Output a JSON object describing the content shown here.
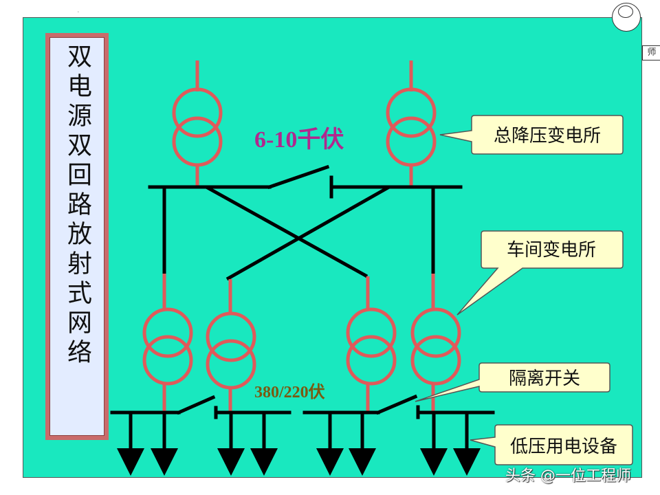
{
  "title": "双电源双回路放射式网络",
  "labels": {
    "high_voltage": "6-10千伏",
    "low_voltage": "380/220伏"
  },
  "callouts": {
    "main_substation": "总降压变电所",
    "workshop_substation": "车间变电所",
    "isolating_switch": "隔离开关",
    "low_voltage_equipment": "低压用电设备"
  },
  "logo_tag": "师",
  "watermark": "头条 @一位工程师",
  "colors": {
    "panel": "#19e8bf",
    "transformer": "#e05a5a",
    "callout_fill": "#ffffcc",
    "high_voltage_text": "#b0288e",
    "low_voltage_text": "#7a5a12"
  }
}
